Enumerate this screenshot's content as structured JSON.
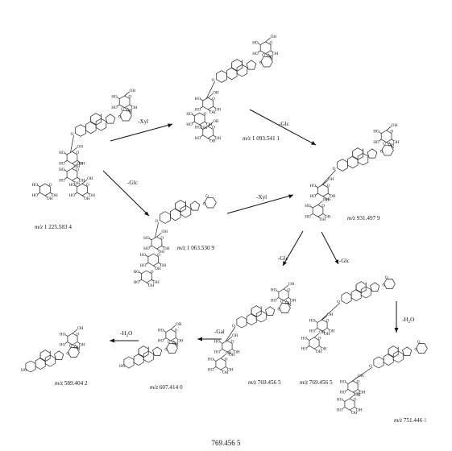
{
  "compounds": [
    {
      "id": "c1",
      "mz_prefix": "m/z",
      "mz_value": "1 225.583 4"
    },
    {
      "id": "c2",
      "mz_prefix": "m/z",
      "mz_value": "1 093.541 1"
    },
    {
      "id": "c3",
      "mz_prefix": "m/z",
      "mz_value": "1 063.530 9"
    },
    {
      "id": "c4",
      "mz_prefix": "m/z",
      "mz_value": "931.497 9"
    },
    {
      "id": "c5",
      "mz_prefix": "m/z",
      "mz_value": "769.456 5"
    },
    {
      "id": "c6",
      "mz_prefix": "m/z",
      "mz_value": "769.456 5"
    },
    {
      "id": "c7",
      "mz_prefix": "m/z",
      "mz_value": "751.446",
      "mz_suffix": "1"
    },
    {
      "id": "c8",
      "mz_prefix": "m/z",
      "mz_value": "607.414 0"
    },
    {
      "id": "c9",
      "mz_prefix": "m/z",
      "mz_value": "589.404 2"
    }
  ],
  "transitions": [
    {
      "label": "-Xyl"
    },
    {
      "label": "-Glc"
    },
    {
      "label": "-Glc"
    },
    {
      "label": "-Xyl"
    },
    {
      "label": "-Glc"
    },
    {
      "label": "-Glc"
    },
    {
      "label": "-H2O"
    },
    {
      "label": "-Gal"
    },
    {
      "label": "-H2O"
    }
  ],
  "atoms": {
    "OH": "OH",
    "HO": "HO",
    "O": "O"
  },
  "caption": "769.456 5"
}
